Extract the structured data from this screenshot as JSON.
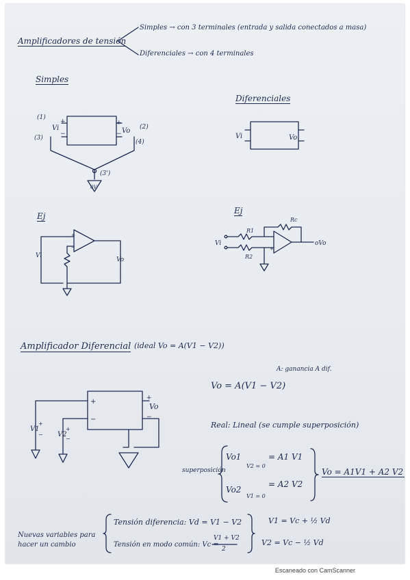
{
  "header": {
    "title": "Amplificadores de tensión",
    "branch_simple": "Simples → con 3 terminales (entrada y salida conectados a masa)",
    "branch_diff": "Diferenciales → con 4 terminales"
  },
  "section_simple": {
    "heading": "Simples",
    "t1": "(1)",
    "t3": "(3)",
    "t2": "(2)",
    "t4": "(4)",
    "gnd_label": "(3')",
    "gnd_value": "0V",
    "vi": "Vi",
    "vo": "Vo",
    "plus": "+",
    "minus": "−",
    "example_label": "Ej"
  },
  "section_diff": {
    "heading": "Diferenciales",
    "vi": "Vi",
    "vo": "Vo",
    "example_label": "Ej",
    "r1": "R1",
    "r2": "R2",
    "rc": "Rc",
    "vi2": "Vi",
    "vo2": "oVo"
  },
  "section_amp": {
    "heading": "Amplificador Diferencial",
    "ideal": "(ideal Vo = A(V1 − V2))",
    "gain_note": "A: ganancia A dif.",
    "formula": "Vo = A(V1 − V2)",
    "v1": "V1",
    "v2": "V2",
    "vo": "Vo",
    "real": "Real: Lineal (se cumple superposición)",
    "superpos": "superposición",
    "c1_left": "Vo1",
    "c1_cond": "V2 = 0",
    "c1_right": "= A1 V1",
    "c2_left": "Vo2",
    "c2_cond": "V1 = 0",
    "c2_right": "= A2 V2",
    "result": "Vo = A1V1 + A2 V2 ✱",
    "new_vars_note": "Nuevas variables para hacer un cambio",
    "diff_voltage": "Tensión diferencia: Vd = V1 − V2",
    "common_voltage_pre": "Tensión en modo común: Vc =",
    "common_voltage_frac_top": "V1 + V2",
    "common_voltage_frac_bot": "2",
    "v1_eq": "V1 = Vc + ½ Vd",
    "v2_eq": "V2 = Vc − ½ Vd"
  },
  "footer": {
    "scanner": "Escaneado con CamScanner"
  }
}
